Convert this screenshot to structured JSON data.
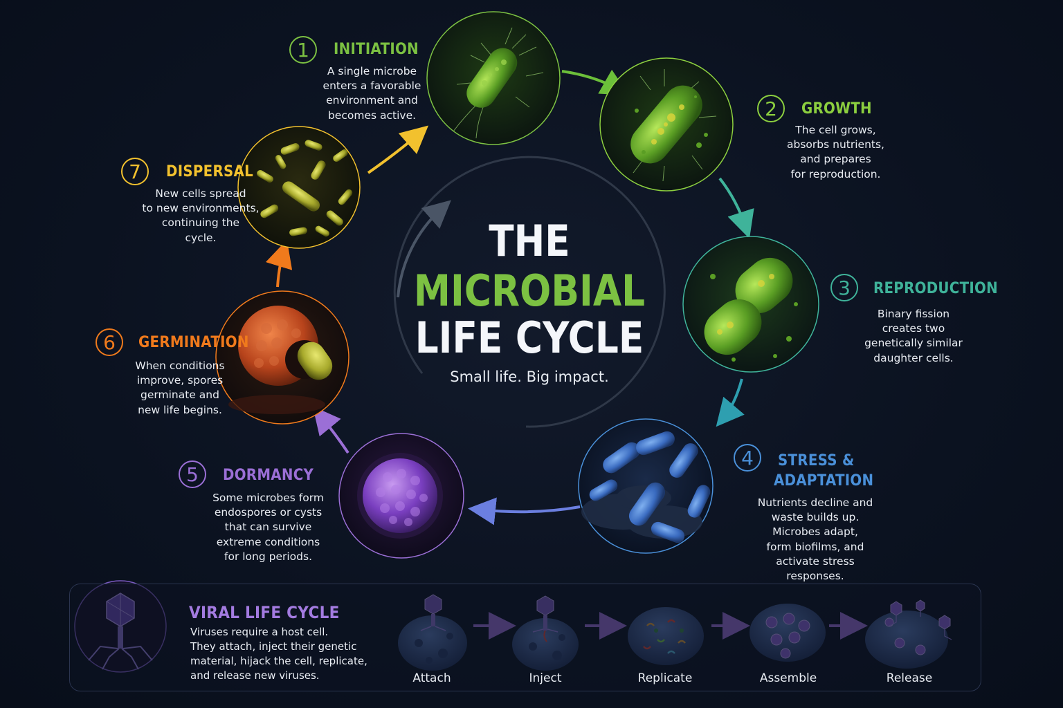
{
  "title": {
    "line1": "THE",
    "line2": "MICROBIAL",
    "line3": "LIFE CYCLE",
    "tagline": "Small life. Big impact."
  },
  "colors": {
    "background": "#0b1220",
    "initiation": "#7cc142",
    "growth": "#8ccf3f",
    "reproduction": "#3fb39a",
    "stress": "#4a90d9",
    "dormancy": "#9b6fd6",
    "germination": "#f07a1c",
    "dispersal": "#f2c12e",
    "viral": "#a37be0",
    "title_green": "#7cc142"
  },
  "stages": [
    {
      "number": "1",
      "title": "INITIATION",
      "description": "A single microbe\nenters a favorable\nenvironment and\nbecomes active.",
      "icon": "rod-bacterium-icon"
    },
    {
      "number": "2",
      "title": "GROWTH",
      "description": "The cell grows,\nabsorbs nutrients,\nand prepares\nfor reproduction.",
      "icon": "growing-bacterium-icon"
    },
    {
      "number": "3",
      "title": "REPRODUCTION",
      "description": "Binary fission\ncreates two\ngenetically similar\ndaughter cells.",
      "icon": "dividing-bacterium-icon"
    },
    {
      "number": "4",
      "title_line1": "STRESS &",
      "title_line2": "ADAPTATION",
      "description": "Nutrients decline and\nwaste builds up.\nMicrobes adapt,\nform biofilms, and\nactivate stress\nresponses.",
      "icon": "biofilm-icon"
    },
    {
      "number": "5",
      "title": "DORMANCY",
      "description": "Some microbes form\nendospores or cysts\nthat can survive\nextreme conditions\nfor long periods.",
      "icon": "endospore-icon"
    },
    {
      "number": "6",
      "title": "GERMINATION",
      "description": "When conditions\nimprove, spores\ngerminate and\nnew life begins.",
      "icon": "germinating-spore-icon"
    },
    {
      "number": "7",
      "title": "DISPERSAL",
      "description": "New cells spread\nto new environments,\ncontinuing the\ncycle.",
      "icon": "scattered-cells-icon"
    }
  ],
  "viral": {
    "title": "VIRAL LIFE CYCLE",
    "description": "Viruses require a host cell.\nThey attach, inject their genetic\nmaterial, hijack the cell, replicate,\nand release new viruses.",
    "icon": "bacteriophage-icon",
    "steps": [
      {
        "label": "Attach",
        "icon": "phage-attach-icon"
      },
      {
        "label": "Inject",
        "icon": "phage-inject-icon"
      },
      {
        "label": "Replicate",
        "icon": "viral-replicate-icon"
      },
      {
        "label": "Assemble",
        "icon": "viral-assemble-icon"
      },
      {
        "label": "Release",
        "icon": "viral-release-icon"
      }
    ]
  }
}
